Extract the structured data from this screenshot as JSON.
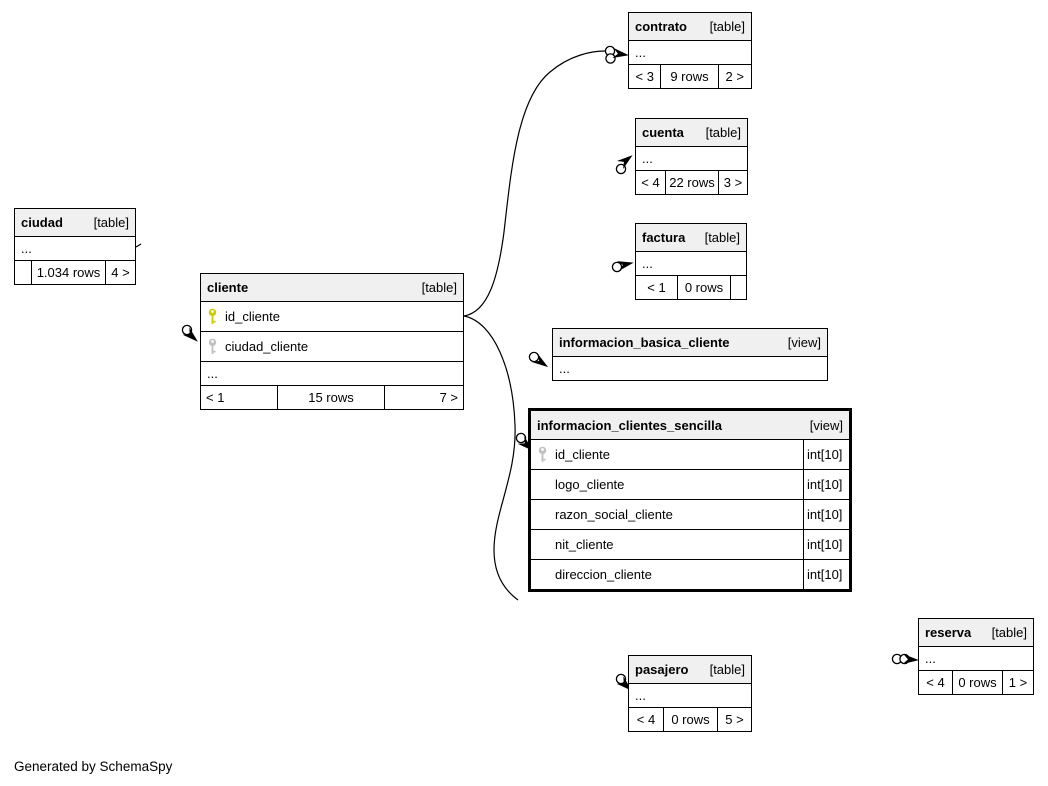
{
  "diagram": {
    "footer_note": "Generated by SchemaSpy",
    "colors": {
      "header_bg": "#f0f0f0",
      "border": "#000000",
      "primary_key_icon": "#cccc00",
      "foreign_key_icon": "#c0c0c0"
    },
    "entities": [
      {
        "name": "contrato",
        "kind": "[table]",
        "ellipsis": "...",
        "pager": [
          "< 3",
          "9 rows",
          "2 >"
        ]
      },
      {
        "name": "cuenta",
        "kind": "[table]",
        "ellipsis": "...",
        "pager": [
          "< 4",
          "22 rows",
          "3 >"
        ]
      },
      {
        "name": "factura",
        "kind": "[table]",
        "ellipsis": "...",
        "pager": [
          "< 1",
          "0 rows",
          ""
        ]
      },
      {
        "name": "ciudad",
        "kind": "[table]",
        "ellipsis": "...",
        "pager": [
          "",
          "1.034 rows",
          "4 >"
        ]
      },
      {
        "name": "cliente",
        "kind": "[table]",
        "ellipsis": "...",
        "columns": [
          {
            "name": "id_cliente",
            "key": "primary"
          },
          {
            "name": "ciudad_cliente",
            "key": "foreign"
          }
        ],
        "pager": [
          "< 1",
          "15 rows",
          "7 >"
        ]
      },
      {
        "name": "informacion_basica_cliente",
        "kind": "[view]",
        "ellipsis": "..."
      },
      {
        "name": "informacion_clientes_sencilla",
        "kind": "[view]",
        "columns": [
          {
            "name": "id_cliente",
            "type": "int[10]",
            "key": "foreign"
          },
          {
            "name": "logo_cliente",
            "type": "int[10]"
          },
          {
            "name": "razon_social_cliente",
            "type": "int[10]"
          },
          {
            "name": "nit_cliente",
            "type": "int[10]"
          },
          {
            "name": "direccion_cliente",
            "type": "int[10]"
          }
        ]
      },
      {
        "name": "reserva",
        "kind": "[table]",
        "ellipsis": "...",
        "pager": [
          "< 4",
          "0 rows",
          "1 >"
        ]
      },
      {
        "name": "pasajero",
        "kind": "[table]",
        "ellipsis": "...",
        "pager": [
          "< 4",
          "0 rows",
          "5 >"
        ]
      }
    ]
  }
}
